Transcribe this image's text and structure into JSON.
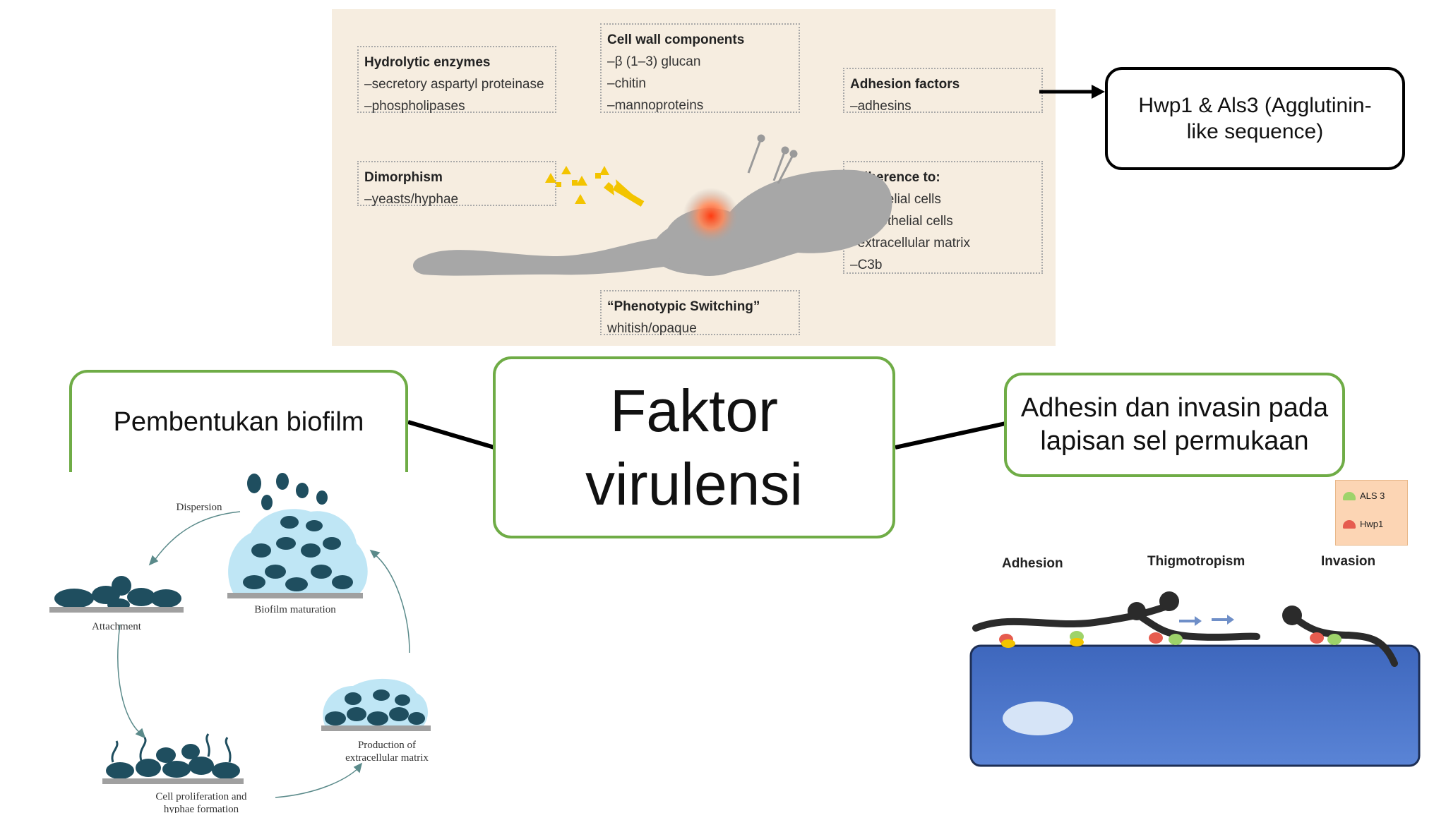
{
  "panel": {
    "hydrolytic": {
      "title": "Hydrolytic enzymes",
      "items": [
        "secretory aspartyl proteinase",
        "phospholipases"
      ]
    },
    "cellwall": {
      "title": "Cell wall components",
      "items": [
        "β (1–3) glucan",
        "chitin",
        "mannoproteins"
      ]
    },
    "adhesion_factors": {
      "title": "Adhesion factors",
      "items": [
        "adhesins"
      ]
    },
    "dimorphism": {
      "title": "Dimorphism",
      "items": [
        "yeasts/hyphae"
      ]
    },
    "adherence": {
      "title": "Adherence to:",
      "items": [
        "epithelial cells",
        "endothelial cells",
        "extracellular matrix",
        "C3b"
      ]
    },
    "phenotypic": {
      "title": "“Phenotypic Switching”",
      "text": "whitish/opaque"
    }
  },
  "callout": {
    "text": "Hwp1 & Als3 (Agglutinin-like sequence)"
  },
  "center_node": {
    "line1": "Faktor",
    "line2": "virulensi"
  },
  "left_node": {
    "text": "Pembentukan biofilm"
  },
  "right_node": {
    "text": "Adhesin dan invasin pada lapisan sel permukaan"
  },
  "biofilm": {
    "dispersion": "Dispersion",
    "maturation": "Biofilm maturation",
    "attachment": "Attachment",
    "production_1": "Production of",
    "production_2": "extracellular matrix",
    "proliferation_1": "Cell proliferation and",
    "proliferation_2": "hyphae formation"
  },
  "invasion": {
    "adhesion": "Adhesion",
    "thigmotropism": "Thigmotropism",
    "invasion": "Invasion",
    "legend_als3": "ALS 3",
    "legend_hwp1": "Hwp1"
  },
  "colors": {
    "node_border": "#6fac46",
    "panel_bg": "#f6ede0",
    "cell_blue": "#4a72c4",
    "biofilm_teal": "#1f4e5f",
    "matrix_blue": "#bfe6f5"
  }
}
